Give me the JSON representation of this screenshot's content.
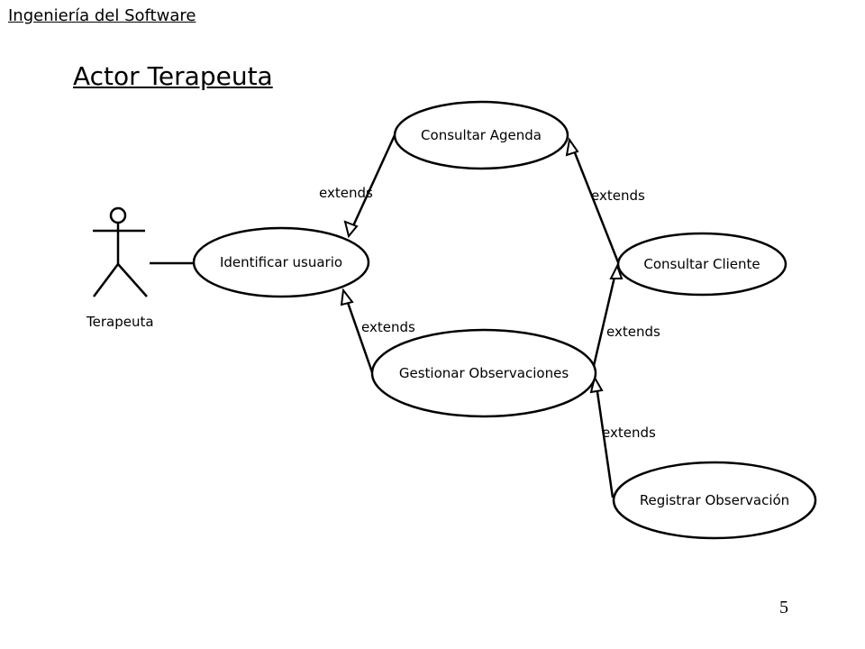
{
  "header": {
    "course": "Ingeniería del Software"
  },
  "slide": {
    "title": "Actor Terapeuta",
    "page_number": "5"
  },
  "diagram": {
    "actor": {
      "name": "Terapeuta"
    },
    "use_cases": {
      "consultar_agenda": "Consultar Agenda",
      "identificar_usuario": "Identificar usuario",
      "consultar_cliente": "Consultar Cliente",
      "gestionar_observaciones": "Gestionar Observaciones",
      "registrar_observacion": "Registrar Observación"
    },
    "relations": {
      "agenda_to_identificar": "extends",
      "cliente_to_agenda": "extends",
      "gestionar_to_identificar": "extends",
      "gestionar_to_cliente": "extends",
      "registrar_to_gestionar": "extends"
    }
  }
}
